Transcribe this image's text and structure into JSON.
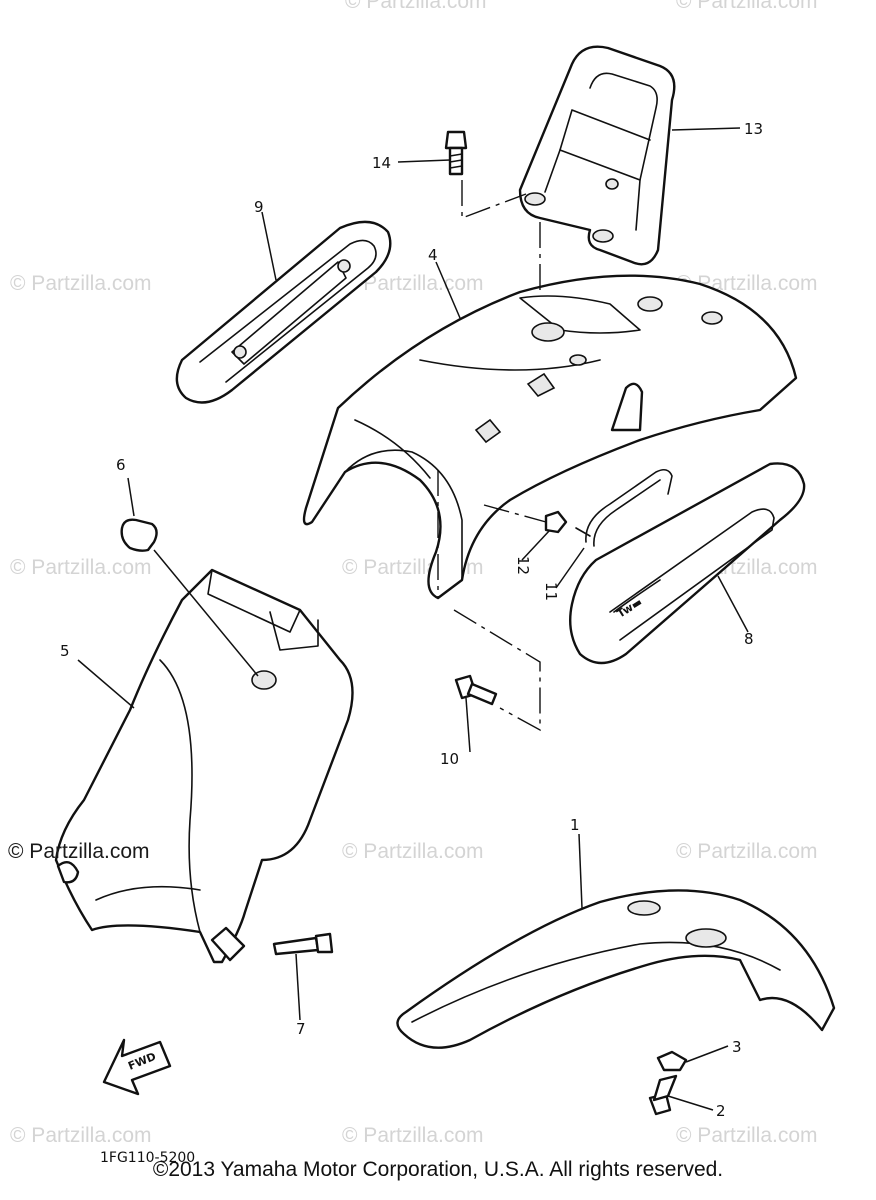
{
  "watermark": {
    "text": "© Partzilla.com"
  },
  "callouts": [
    "1",
    "2",
    "3",
    "4",
    "5",
    "6",
    "7",
    "8",
    "9",
    "10",
    "11",
    "12",
    "13",
    "14"
  ],
  "diagram_code": "1FG110-5200",
  "fwd_label": "FWD",
  "copyright": "©2013  Yamaha Motor Corporation, U.S.A. All rights reserved."
}
